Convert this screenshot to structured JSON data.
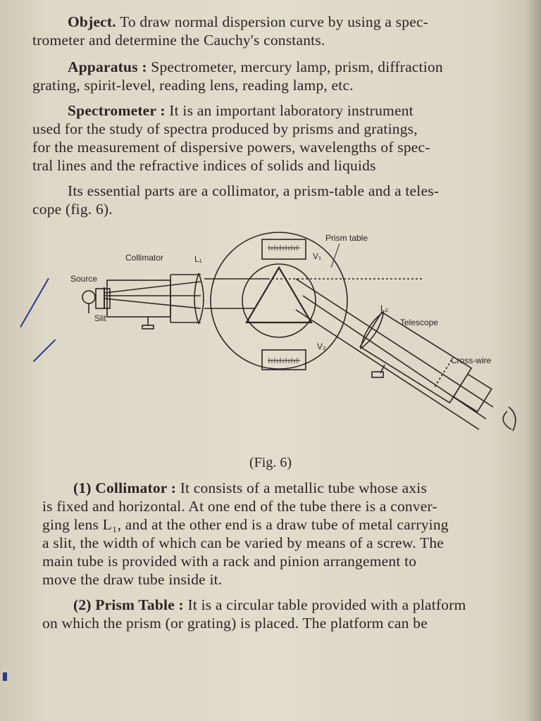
{
  "object": {
    "label": "Object.",
    "line1": "To draw normal dispersion curve by using a spec-",
    "line2": "trometer and determine the Cauchy's constants."
  },
  "apparatus": {
    "label": "Apparatus :",
    "line1": "Spectrometer, mercury lamp, prism, diffraction",
    "line2": "grating, spirit-level, reading lens, reading lamp, etc."
  },
  "spectrometer": {
    "label": "Spectrometer :",
    "line1": "It is an important laboratory instrument",
    "line2": "used for the study of spectra produced by prisms and gratings,",
    "line3": "for the measurement of dispersive powers, wavelengths of spec-",
    "line4": "tral lines and the refractive indices of solids and liquids"
  },
  "parts": {
    "line1": "Its essential parts are a collimator, a prism-table and a teles-",
    "line2": "cope (fig. 6)."
  },
  "figure": {
    "labels": {
      "prism_table": "Prism table",
      "collimator": "Collimator",
      "l1": "L₁",
      "source": "Source",
      "slit": "Slit",
      "v1": "V₁",
      "v2": "V₂",
      "l2": "L₂",
      "telescope": "Telescope",
      "cross_wire": "Cross-wire"
    },
    "caption": "(Fig. 6)"
  },
  "collimator": {
    "label": "(1) Collimator :",
    "line1": "It consists of a metallic tube whose axis",
    "line2": "is fixed and horizontal. At one end of the tube there is a conver-",
    "line3": "ging lens L₁, and at the other end is a draw tube of metal carrying",
    "line4": "a slit, the width of which can be varied by means of a screw. The",
    "line5": "main tube is provided with a rack and pinion arrangement to",
    "line6": "move the draw tube inside it."
  },
  "prism_table": {
    "label": "(2) Prism Table :",
    "line1": "It is a circular table provided with a platform",
    "line2": "on which the prism (or grating) is placed. The platform can be"
  }
}
